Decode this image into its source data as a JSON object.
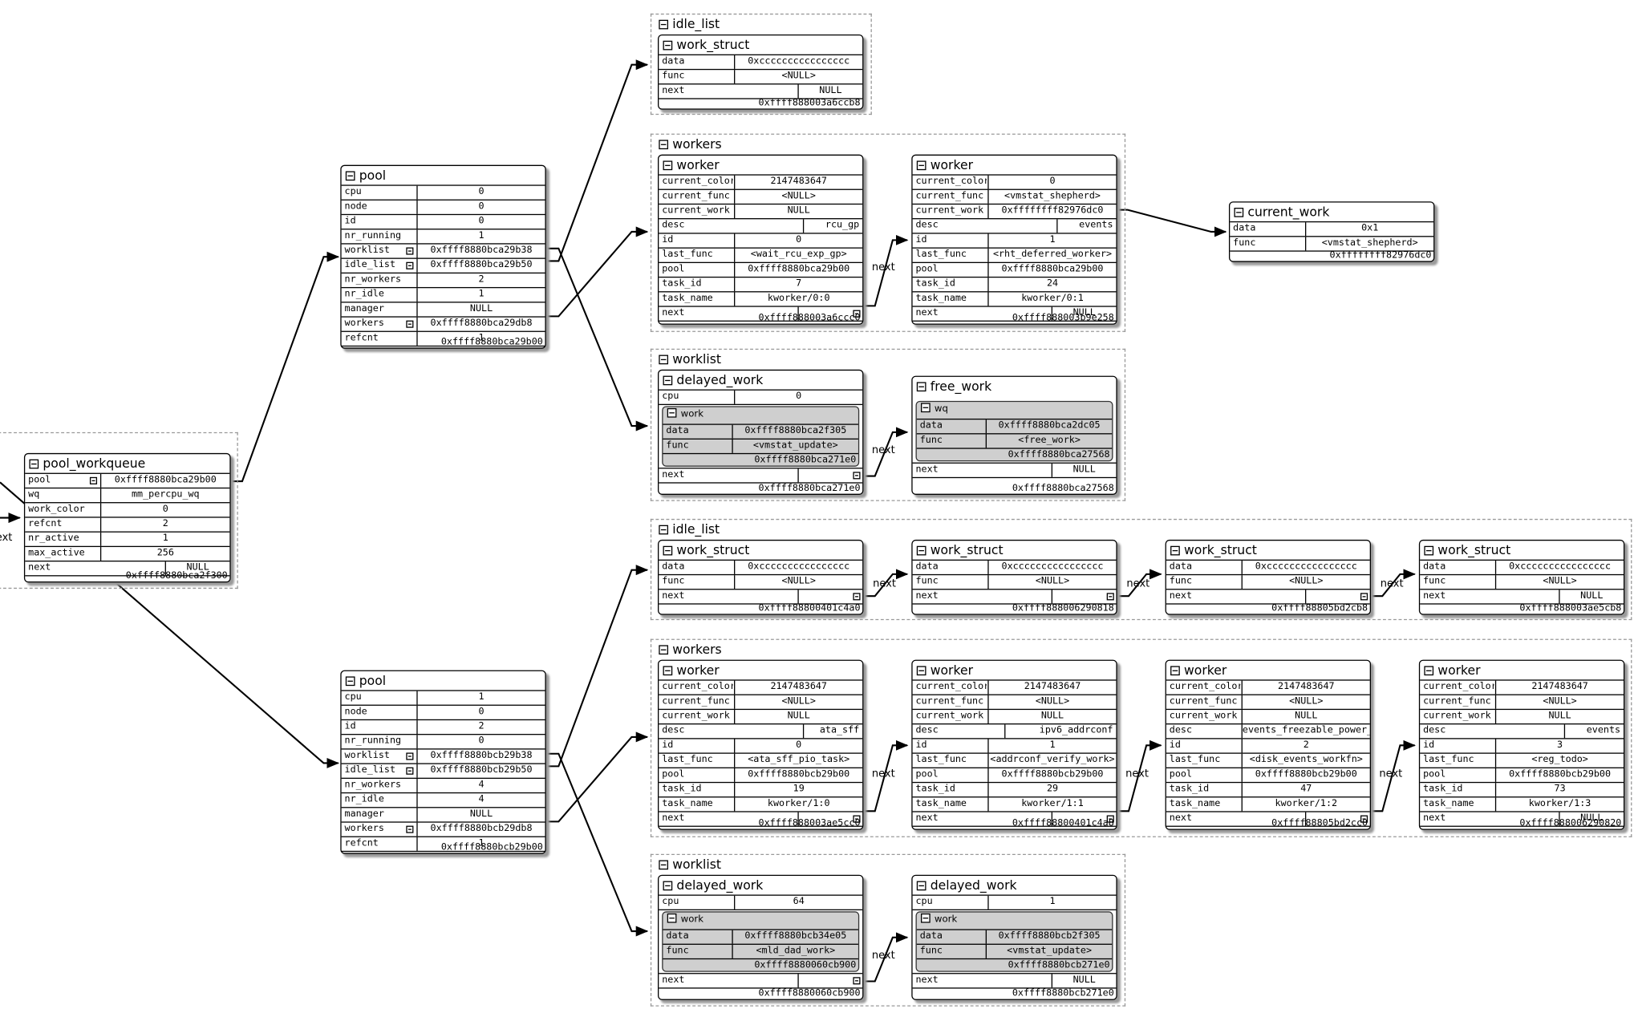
{
  "pool_workqueue": {
    "title": "pool_workqueue",
    "rows": [
      [
        "pool",
        "0xffff8880bca29b00"
      ],
      [
        "wq",
        "mm_percpu_wq"
      ],
      [
        "work_color",
        "0"
      ],
      [
        "refcnt",
        "2"
      ],
      [
        "nr_active",
        "1"
      ],
      [
        "max_active",
        "256"
      ],
      [
        "next",
        "NULL"
      ]
    ],
    "addr": "0xffff8880bca2f300"
  },
  "pool_cpu0": {
    "title": "pool",
    "rows": [
      [
        "cpu",
        "0"
      ],
      [
        "node",
        "0"
      ],
      [
        "id",
        "0"
      ],
      [
        "nr_running",
        "1"
      ],
      [
        "worklist",
        "0xffff8880bca29b38"
      ],
      [
        "idle_list",
        "0xffff8880bca29b50"
      ],
      [
        "nr_workers",
        "2"
      ],
      [
        "nr_idle",
        "1"
      ],
      [
        "manager",
        "NULL"
      ],
      [
        "workers",
        "0xffff8880bca29db8"
      ],
      [
        "refcnt",
        "1"
      ]
    ],
    "addr": "0xffff8880bca29b00"
  },
  "pool_cpu1": {
    "title": "pool",
    "rows": [
      [
        "cpu",
        "1"
      ],
      [
        "node",
        "0"
      ],
      [
        "id",
        "2"
      ],
      [
        "nr_running",
        "0"
      ],
      [
        "worklist",
        "0xffff8880bcb29b38"
      ],
      [
        "idle_list",
        "0xffff8880bcb29b50"
      ],
      [
        "nr_workers",
        "4"
      ],
      [
        "nr_idle",
        "4"
      ],
      [
        "manager",
        "NULL"
      ],
      [
        "workers",
        "0xffff8880bcb29db8"
      ],
      [
        "refcnt",
        "1"
      ]
    ],
    "addr": "0xffff8880bcb29b00"
  },
  "groups": {
    "idle_list_a": "idle_list",
    "workers_a": "workers",
    "worklist_a": "worklist",
    "idle_list_b": "idle_list",
    "workers_b": "workers",
    "worklist_b": "worklist"
  },
  "idle_a": {
    "title": "work_struct",
    "rows": [
      [
        "data",
        "0xcccccccccccccccc"
      ],
      [
        "func",
        "<NULL>"
      ],
      [
        "next",
        "NULL"
      ]
    ],
    "addr": "0xffff888003a6ccb8"
  },
  "worker_a0": {
    "title": "worker",
    "rows": [
      [
        "current_color",
        "2147483647"
      ],
      [
        "current_func",
        "<NULL>"
      ],
      [
        "current_work",
        "NULL"
      ],
      [
        "desc",
        "rcu_gp"
      ],
      [
        "id",
        "0"
      ],
      [
        "last_func",
        "<wait_rcu_exp_gp>"
      ],
      [
        "pool",
        "0xffff8880bca29b00"
      ],
      [
        "task_id",
        "7"
      ],
      [
        "task_name",
        "kworker/0:0"
      ],
      [
        "next",
        ""
      ]
    ],
    "addr": "0xffff888003a6ccc0"
  },
  "worker_a1": {
    "title": "worker",
    "rows": [
      [
        "current_color",
        "0"
      ],
      [
        "current_func",
        "<vmstat_shepherd>"
      ],
      [
        "current_work",
        "0xffffffff82976dc0"
      ],
      [
        "desc",
        "events"
      ],
      [
        "id",
        "1"
      ],
      [
        "last_func",
        "<rht_deferred_worker>"
      ],
      [
        "pool",
        "0xffff8880bca29b00"
      ],
      [
        "task_id",
        "24"
      ],
      [
        "task_name",
        "kworker/0:1"
      ],
      [
        "next",
        "NULL"
      ]
    ],
    "addr": "0xffff888003b9e258"
  },
  "current_work": {
    "title": "current_work",
    "rows": [
      [
        "data",
        "0x1"
      ],
      [
        "func",
        "<vmstat_shepherd>"
      ]
    ],
    "addr": "0xffffffff82976dc0"
  },
  "dw_a": {
    "title": "delayed_work",
    "cpu": "0",
    "sub_title": "work",
    "sub_rows": [
      [
        "data",
        "0xffff8880bca2f305"
      ],
      [
        "func",
        "<vmstat_update>"
      ]
    ],
    "sub_addr": "0xffff8880bca271e0",
    "next": "",
    "addr": "0xffff8880bca271e0"
  },
  "fw_a": {
    "title": "free_work",
    "sub_title": "wq",
    "sub_rows": [
      [
        "data",
        "0xffff8880bca2dc05"
      ],
      [
        "func",
        "<free_work>"
      ]
    ],
    "sub_addr": "0xffff8880bca27568",
    "next": "NULL",
    "addr": "0xffff8880bca27568"
  },
  "idle_b0": {
    "title": "work_struct",
    "rows": [
      [
        "data",
        "0xcccccccccccccccc"
      ],
      [
        "func",
        "<NULL>"
      ],
      [
        "next",
        ""
      ]
    ],
    "addr": "0xffff88800401c4a0"
  },
  "idle_b1": {
    "title": "work_struct",
    "rows": [
      [
        "data",
        "0xcccccccccccccccc"
      ],
      [
        "func",
        "<NULL>"
      ],
      [
        "next",
        ""
      ]
    ],
    "addr": "0xffff888006290818"
  },
  "idle_b2": {
    "title": "work_struct",
    "rows": [
      [
        "data",
        "0xcccccccccccccccc"
      ],
      [
        "func",
        "<NULL>"
      ],
      [
        "next",
        ""
      ]
    ],
    "addr": "0xffff88805bd2cb8"
  },
  "idle_b3": {
    "title": "work_struct",
    "rows": [
      [
        "data",
        "0xcccccccccccccccc"
      ],
      [
        "func",
        "<NULL>"
      ],
      [
        "next",
        "NULL"
      ]
    ],
    "addr": "0xffff888003ae5cb8"
  },
  "worker_b0": {
    "title": "worker",
    "rows": [
      [
        "current_color",
        "2147483647"
      ],
      [
        "current_func",
        "<NULL>"
      ],
      [
        "current_work",
        "NULL"
      ],
      [
        "desc",
        "ata_sff"
      ],
      [
        "id",
        "0"
      ],
      [
        "last_func",
        "<ata_sff_pio_task>"
      ],
      [
        "pool",
        "0xffff8880bcb29b00"
      ],
      [
        "task_id",
        "19"
      ],
      [
        "task_name",
        "kworker/1:0"
      ],
      [
        "next",
        ""
      ]
    ],
    "addr": "0xffff888003ae5cc0"
  },
  "worker_b1": {
    "title": "worker",
    "rows": [
      [
        "current_color",
        "2147483647"
      ],
      [
        "current_func",
        "<NULL>"
      ],
      [
        "current_work",
        "NULL"
      ],
      [
        "desc",
        "ipv6_addrconf"
      ],
      [
        "id",
        "1"
      ],
      [
        "last_func",
        "<addrconf_verify_work>"
      ],
      [
        "pool",
        "0xffff8880bcb29b00"
      ],
      [
        "task_id",
        "29"
      ],
      [
        "task_name",
        "kworker/1:1"
      ],
      [
        "next",
        ""
      ]
    ],
    "addr": "0xffff88800401c4a8"
  },
  "worker_b2": {
    "title": "worker",
    "rows": [
      [
        "current_color",
        "2147483647"
      ],
      [
        "current_func",
        "<NULL>"
      ],
      [
        "current_work",
        "NULL"
      ],
      [
        "desc",
        "events_freezable_power_"
      ],
      [
        "id",
        "2"
      ],
      [
        "last_func",
        "<disk_events_workfn>"
      ],
      [
        "pool",
        "0xffff8880bcb29b00"
      ],
      [
        "task_id",
        "47"
      ],
      [
        "task_name",
        "kworker/1:2"
      ],
      [
        "next",
        ""
      ]
    ],
    "addr": "0xffff88805bd2cc0"
  },
  "worker_b3": {
    "title": "worker",
    "rows": [
      [
        "current_color",
        "2147483647"
      ],
      [
        "current_func",
        "<NULL>"
      ],
      [
        "current_work",
        "NULL"
      ],
      [
        "desc",
        "events"
      ],
      [
        "id",
        "3"
      ],
      [
        "last_func",
        "<reg_todo>"
      ],
      [
        "pool",
        "0xffff8880bcb29b00"
      ],
      [
        "task_id",
        "73"
      ],
      [
        "task_name",
        "kworker/1:3"
      ],
      [
        "next",
        "NULL"
      ]
    ],
    "addr": "0xffff888006290820"
  },
  "dw_b0": {
    "title": "delayed_work",
    "cpu": "64",
    "sub_title": "work",
    "sub_rows": [
      [
        "data",
        "0xffff8880bcb34e05"
      ],
      [
        "func",
        "<mld_dad_work>"
      ]
    ],
    "sub_addr": "0xffff8880060cb900",
    "next": "",
    "addr": "0xffff8880060cb900"
  },
  "dw_b1": {
    "title": "delayed_work",
    "cpu": "1",
    "sub_title": "work",
    "sub_rows": [
      [
        "data",
        "0xffff8880bcb2f305"
      ],
      [
        "func",
        "<vmstat_update>"
      ]
    ],
    "sub_addr": "0xffff8880bcb271e0",
    "next": "NULL",
    "addr": "0xffff8880bcb271e0"
  },
  "labels": {
    "next": "next",
    "next_partial": "ext"
  }
}
